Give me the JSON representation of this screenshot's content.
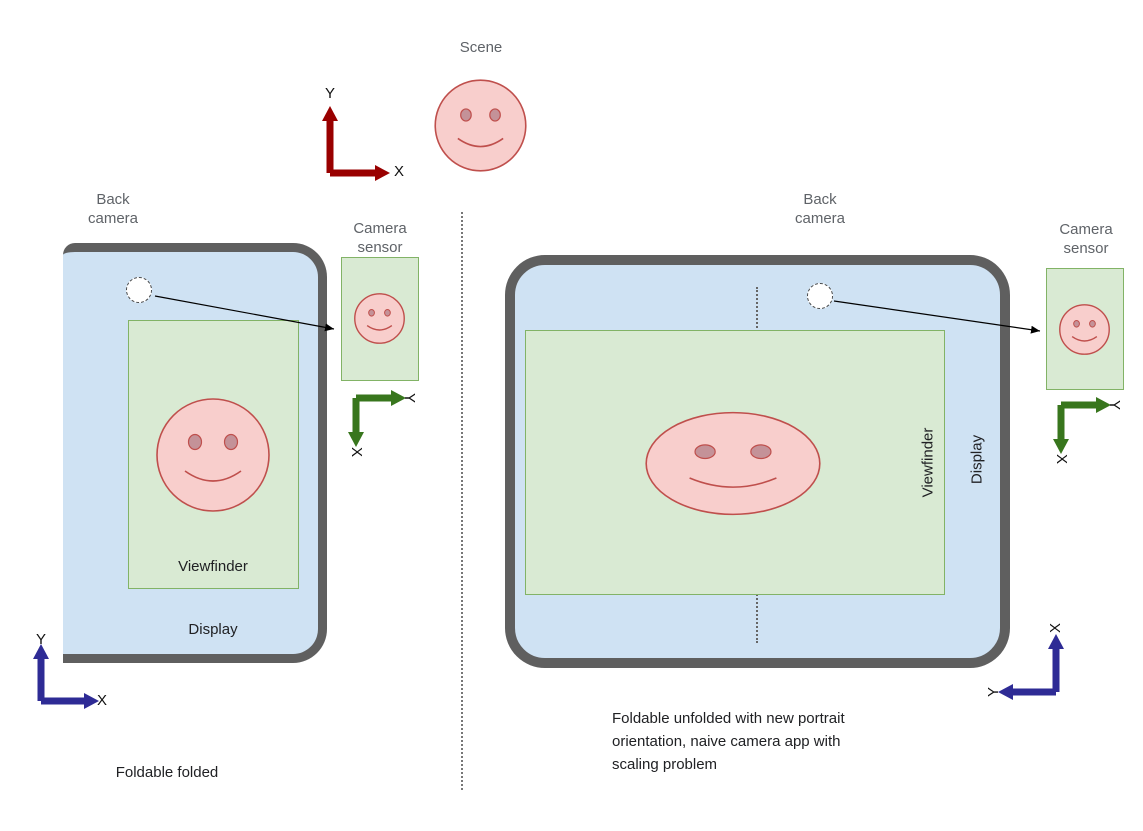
{
  "colors": {
    "scene_axis": "#990000",
    "sensor_axis": "#38761d",
    "device_axis": "#2e2b95",
    "device_body": "#cfe2f3",
    "device_frame": "#5f5f5f",
    "viewfinder_fill": "#d9ead3",
    "viewfinder_border": "#82b366",
    "face_fill": "#f8cecc",
    "face_stroke": "#bf4f4c",
    "pointer_arrow": "#000000"
  },
  "scene": {
    "label": "Scene",
    "axis": {
      "x": "X",
      "y": "Y"
    }
  },
  "left_panel": {
    "back_camera_label": "Back\ncamera",
    "camera_sensor_label": "Camera\nsensor",
    "viewfinder_label": "Viewfinder",
    "display_label": "Display",
    "caption": "Foldable folded",
    "sensor_axis": {
      "x": "X",
      "y": "Y"
    },
    "device_axis": {
      "x": "X",
      "y": "Y"
    }
  },
  "right_panel": {
    "back_camera_label": "Back\ncamera",
    "camera_sensor_label": "Camera\nsensor",
    "viewfinder_label": "Viewfinder",
    "display_label": "Display",
    "caption": "Foldable unfolded with new portrait\norientation, naive camera app with\nscaling problem",
    "sensor_axis": {
      "x": "X",
      "y": "Y"
    },
    "device_axis": {
      "x": "X",
      "y": "Y"
    }
  }
}
